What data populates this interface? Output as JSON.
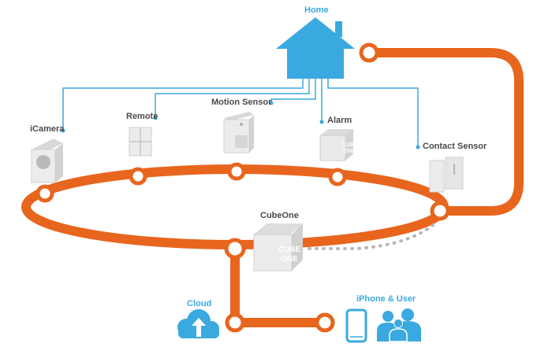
{
  "labels": {
    "home": "Home",
    "camera": "iCamera",
    "remote": "Remote",
    "motion": "Motion Sensor",
    "alarm": "Alarm",
    "contact": "Contact Sensor",
    "cubeone": "CubeOne",
    "cloud": "Cloud",
    "iphone_user": "iPhone & User"
  },
  "device_text": {
    "cube_line1": "CUBE",
    "cube_line2": "ONE"
  },
  "colors": {
    "orange": "#e8651e",
    "blue": "#3aa9e0",
    "grey_text": "#4a4a4a",
    "device_light": "#e9e9e9",
    "device_dark": "#cfcfcf",
    "dotted": "#b8b8b8"
  },
  "icons": [
    "house-icon",
    "camera-device-icon",
    "remote-device-icon",
    "motion-sensor-icon",
    "alarm-device-icon",
    "contact-sensor-icon",
    "cubeone-hub-icon",
    "cloud-upload-icon",
    "iphone-icon",
    "users-group-icon"
  ]
}
